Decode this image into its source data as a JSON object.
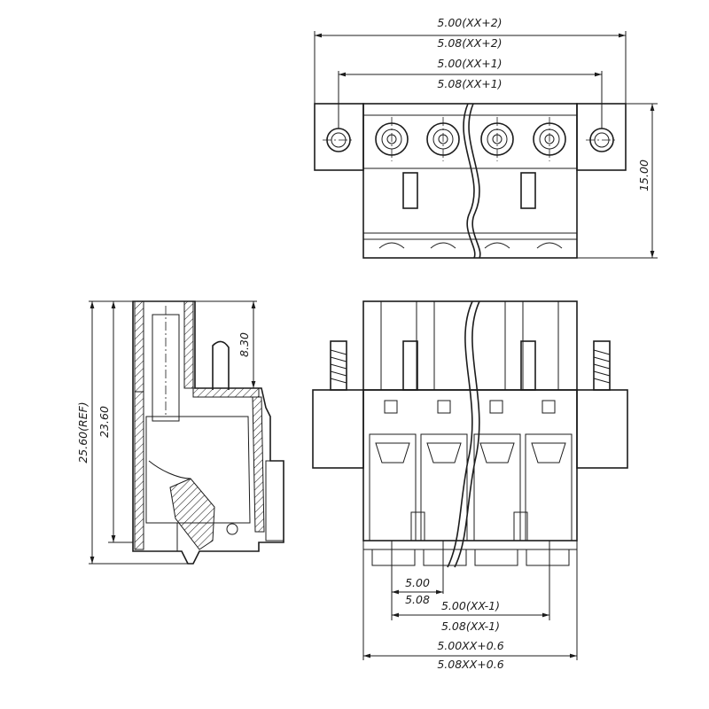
{
  "top_view": {
    "dims": {
      "overall_a": "5.00(XX+2)",
      "overall_b": "5.08(XX+2)",
      "inner_a": "5.00(XX+1)",
      "inner_b": "5.08(XX+1)",
      "height": "15.00"
    }
  },
  "side_view": {
    "dims": {
      "total_ref": "25.60(REF)",
      "body": "23.60",
      "top": "8.30"
    }
  },
  "front_view": {
    "dims": {
      "pitch_a": "5.00",
      "pitch_b": "5.08",
      "span_a": "5.00(XX-1)",
      "span_b": "5.08(XX-1)",
      "total_a": "5.00XX+0.6",
      "total_b": "5.08XX+0.6"
    }
  }
}
